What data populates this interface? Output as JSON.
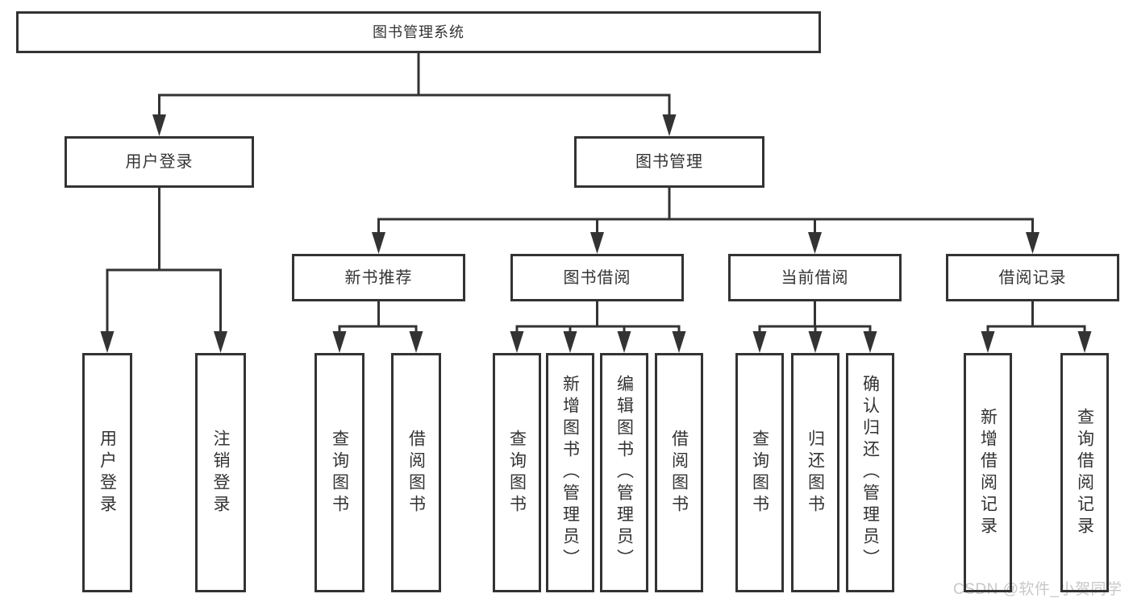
{
  "diagram": {
    "type": "hierarchy-tree",
    "style": {
      "line_color": "#333333",
      "border_color": "#333333",
      "text_color": "#333333",
      "background": "#ffffff"
    },
    "watermark": {
      "text": "CSDN @软件_小贺同学",
      "color": "#c8c8c8"
    },
    "nodes": {
      "root": {
        "label": "图书管理系统"
      },
      "user_login_group": {
        "label": "用户登录"
      },
      "book_mgmt": {
        "label": "图书管理"
      },
      "user_login": {
        "label": "用户登录"
      },
      "logout": {
        "label": "注销登录"
      },
      "new_book_rec": {
        "label": "新书推荐"
      },
      "book_borrow": {
        "label": "图书借阅"
      },
      "current_borrow": {
        "label": "当前借阅"
      },
      "borrow_records": {
        "label": "借阅记录"
      },
      "nbr_query_books": {
        "label": "查询图书"
      },
      "nbr_borrow_books": {
        "label": "借阅图书"
      },
      "bb_query_books": {
        "label": "查询图书"
      },
      "bb_add_books": {
        "label": "新增图书（管理员）"
      },
      "bb_edit_books": {
        "label": "编辑图书（管理员）"
      },
      "bb_borrow_books": {
        "label": "借阅图书"
      },
      "cb_query_books": {
        "label": "查询图书"
      },
      "cb_return_books": {
        "label": "归还图书"
      },
      "cb_confirm_return": {
        "label": "确认归还（管理员）"
      },
      "br_add_record": {
        "label": "新增借阅记录"
      },
      "br_query_record": {
        "label": "查询借阅记录"
      }
    },
    "tree": [
      {
        "parent": "root",
        "children": [
          "user_login_group",
          "book_mgmt"
        ]
      },
      {
        "parent": "user_login_group",
        "children": [
          "user_login",
          "logout"
        ]
      },
      {
        "parent": "book_mgmt",
        "children": [
          "new_book_rec",
          "book_borrow",
          "current_borrow",
          "borrow_records"
        ]
      },
      {
        "parent": "new_book_rec",
        "children": [
          "nbr_query_books",
          "nbr_borrow_books"
        ]
      },
      {
        "parent": "book_borrow",
        "children": [
          "bb_query_books",
          "bb_add_books",
          "bb_edit_books",
          "bb_borrow_books"
        ]
      },
      {
        "parent": "current_borrow",
        "children": [
          "cb_query_books",
          "cb_return_books",
          "cb_confirm_return"
        ]
      },
      {
        "parent": "borrow_records",
        "children": [
          "br_add_record",
          "br_query_record"
        ]
      }
    ]
  }
}
